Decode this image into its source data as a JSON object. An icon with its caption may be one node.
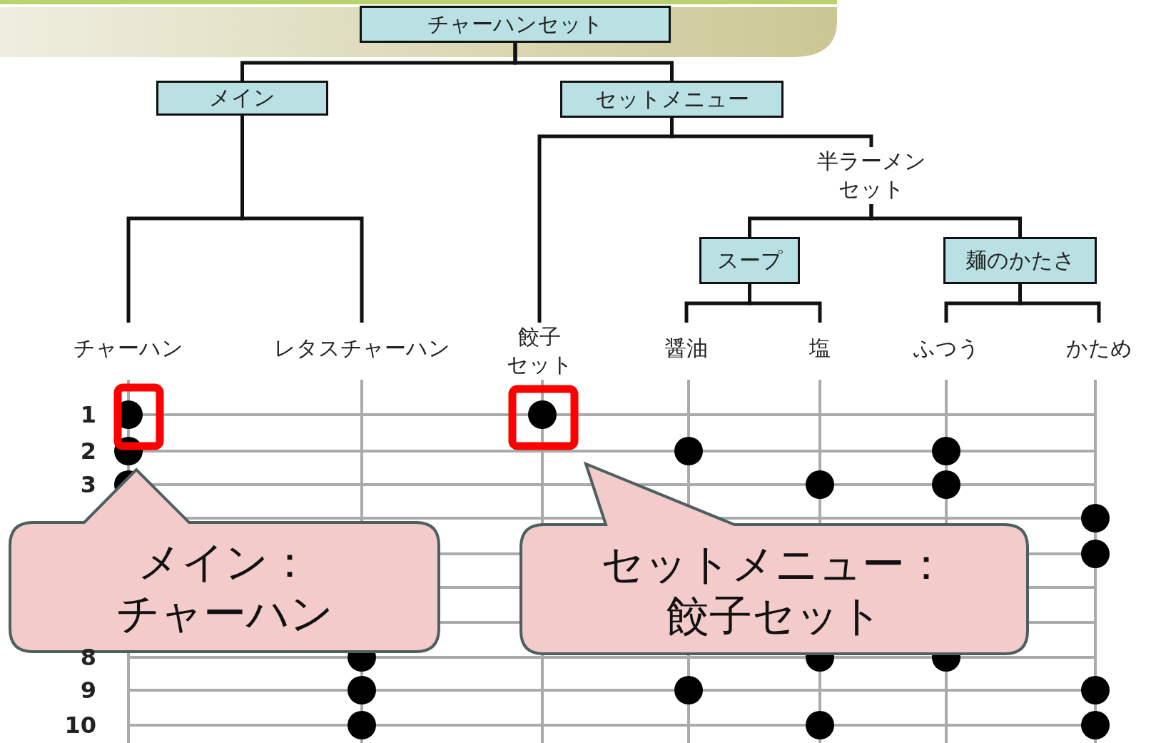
{
  "diagram": {
    "nodes": [
      {
        "text": [
          "チャーハンセット"
        ]
      },
      {
        "text": [
          "メイン"
        ]
      },
      {
        "text": [
          "セットメニュー"
        ]
      },
      {
        "text": [
          "チャーハン"
        ]
      },
      {
        "text": [
          "レタスチャーハン"
        ]
      },
      {
        "text": [
          "餃子セット"
        ]
      },
      {
        "text": [
          "半ラーメンセット"
        ]
      },
      {
        "text": [
          "スープ"
        ]
      },
      {
        "text": [
          "麺のかたさ"
        ]
      },
      {
        "text": [
          "醤油"
        ]
      },
      {
        "text": [
          "塩"
        ]
      },
      {
        "text": [
          "ふつう"
        ]
      },
      {
        "text": [
          "かため"
        ]
      },
      {
        "text": [
          "メイン：",
          "チャーハン"
        ]
      },
      {
        "text": [
          "セットメニュー：",
          "餃子セット"
        ]
      }
    ],
    "edges": [
      {
        "from": 0,
        "to": 1,
        "arrow": "none"
      },
      {
        "from": 0,
        "to": 2,
        "arrow": "none"
      },
      {
        "from": 1,
        "to": 3,
        "arrow": "none"
      },
      {
        "from": 1,
        "to": 4,
        "arrow": "none"
      },
      {
        "from": 2,
        "to": 5,
        "arrow": "none"
      },
      {
        "from": 2,
        "to": 6,
        "arrow": "none"
      },
      {
        "from": 6,
        "to": 7,
        "arrow": "none"
      },
      {
        "from": 6,
        "to": 8,
        "arrow": "none"
      },
      {
        "from": 7,
        "to": 9,
        "arrow": "none"
      },
      {
        "from": 7,
        "to": 10,
        "arrow": "none"
      },
      {
        "from": 8,
        "to": 11,
        "arrow": "none"
      },
      {
        "from": 8,
        "to": 12,
        "arrow": "none"
      }
    ],
    "labels": [
      "1",
      "2",
      "3",
      "8",
      "9",
      "10"
    ]
  }
}
